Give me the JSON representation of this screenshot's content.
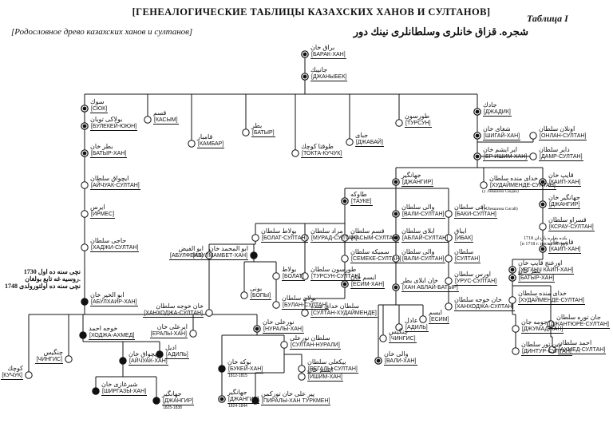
{
  "header": {
    "title": "[ГЕНЕАЛОГИЧЕСКИЕ ТАБЛИЦЫ КАЗАХСКИХ ХАНОВ И СУЛТАНОВ]",
    "table_label": "Таблица I",
    "subtitle_russian": "[Родословное древо казахских ханов и султанов]",
    "subtitle_arabic": "شجره. قزاق خانلری وسلطانلری نینك دور"
  },
  "colors": {
    "ink": "#111111",
    "paper": "#ffffff"
  },
  "legend_marks": {
    "filled_node": "filled-circle-icon",
    "ringed_node": "ringed-circle-icon",
    "open_node": "open-circle-icon"
  },
  "notes": {
    "left_1730": "1730 نچی سنه ده اول\nروسیه غه تابع بولغان.\n1748 نچی سنه ده اولتورولدی",
    "right_1718": "1718 یلده بغلره یاردان\n[в 1718 г. писал Петру]",
    "levshin_1": "(у Левшина Сюдак)",
    "levshin_2": "(у Левшина Сигай)"
  },
  "nodes": [
    {
      "id": "barak",
      "ar": "براق خان",
      "ru": "[БАРАК-ХАН]",
      "mark": "ringed"
    },
    {
      "id": "janibek",
      "ar": "جانیبك",
      "ru": "[ДЖАНЫБЕК]",
      "mark": "ringed"
    },
    {
      "id": "suk",
      "ar": "سوك",
      "ru": "[СЮК]",
      "mark": "ringed"
    },
    {
      "id": "kasym",
      "ar": "قسم",
      "ru": "[КАСЫМ]",
      "mark": "open"
    },
    {
      "id": "kambar",
      "ar": "قامبار",
      "ru": "[КАМБАР]",
      "mark": "open"
    },
    {
      "id": "batyr1",
      "ar": "بطر",
      "ru": "[БАТЫР]",
      "mark": "open"
    },
    {
      "id": "tokta",
      "ar": "طوقتا كوچك",
      "ru": "[ТОКТА-КУЧУК]",
      "mark": "open"
    },
    {
      "id": "jabai",
      "ar": "جبای",
      "ru": "[ДЖАБАЙ]",
      "mark": "open"
    },
    {
      "id": "tursun",
      "ar": "طورسون",
      "ru": "[ТУРСУН]",
      "mark": "open"
    },
    {
      "id": "jadik",
      "ar": "جادك",
      "ru": "[ДЖАДИК]",
      "mark": "ringed"
    },
    {
      "id": "bulekei",
      "ar": "بولاكی توبان",
      "ru": "[БУЛЕКЕЙ-ЮЮН]",
      "mark": "ringed"
    },
    {
      "id": "batyrhan",
      "ar": "بطر خان",
      "ru": "[БАТЫР-ХАН]",
      "mark": "ringed"
    },
    {
      "id": "aichuak",
      "ar": "ایچواق سلطان",
      "ru": "[АЙЧУАК-СУЛТАН]",
      "mark": "open"
    },
    {
      "id": "irmes",
      "ar": "ایرس",
      "ru": "[ИРМЕС]",
      "mark": "open"
    },
    {
      "id": "hadji",
      "ar": "حاجی سلطان",
      "ru": "[ХАДЖИ-СУЛТАН]",
      "mark": "open"
    },
    {
      "id": "abulkhair",
      "ar": "ابو الخیر خان",
      "ru": "[АБУЛХАИР-ХАН]",
      "mark": "filled"
    },
    {
      "id": "shigai",
      "ar": "شغای خان",
      "ru": "[ШИГАЙ-ХАН]",
      "mark": "ringed"
    },
    {
      "id": "onlan",
      "ar": "اونلان سلطان",
      "ru": "[ОНЛАН-СУЛТАН]",
      "mark": "open"
    },
    {
      "id": "erishim",
      "ar": "ایر ایشم خان",
      "ru": "[ЕР ИШИМ-ХАН]",
      "mark": "ringed"
    },
    {
      "id": "damir",
      "ar": "دایر سلطان",
      "ru": "[ДАМР-СУЛТАН]",
      "mark": "open"
    },
    {
      "id": "jangir1",
      "ar": "جهانگیر",
      "ru": "[ДЖАНГИР]",
      "mark": "ringed"
    },
    {
      "id": "hudaimende1",
      "ar": "خدای منده سلطان",
      "ru": "[ХУДАЙМЕНДЕ-СУЛТАН]",
      "mark": "open"
    },
    {
      "id": "kaip1",
      "ar": "قایپ خان",
      "ru": "[КАИП-ХАН]",
      "mark": "ringed"
    },
    {
      "id": "jangir2",
      "ar": "جهانگیر خان",
      "ru": "[ДЖАНГИР]",
      "mark": "ringed"
    },
    {
      "id": "tauke",
      "ar": "طاوكه",
      "ru": "[ТАУКЕ]",
      "mark": "ringed"
    },
    {
      "id": "vali1",
      "ar": "والی سلطان",
      "ru": "[ВАЛИ-СУЛТАН]",
      "mark": "ringed"
    },
    {
      "id": "baki",
      "ar": "باقی سلطان",
      "ru": "[БАКИ-СУЛТАН]",
      "mark": "open"
    },
    {
      "id": "ksrau",
      "ar": "قسراو سلطان",
      "ru": "[КСРАУ-СУЛТАН]",
      "mark": "open"
    },
    {
      "id": "kaip2",
      "ar": "قایپ خان",
      "ru": "[КАИП-ХАН]",
      "mark": "ringed"
    },
    {
      "id": "bolat1",
      "ar": "بولاط سلطان",
      "ru": "[БОЛАТ-СУЛТАН]",
      "mark": "open"
    },
    {
      "id": "abulmambet",
      "ar": "ابو المحمد خان",
      "ru": "[АБУЛМАМБЕТ-ХАН]",
      "mark": "filled"
    },
    {
      "id": "abulfeiz",
      "ar": "ابو الفیض",
      "ru": "[АБУЛФЕИЗ]",
      "mark": "open"
    },
    {
      "id": "murad",
      "ar": "مراد سلطان",
      "ru": "[МУРАД-СУЛТАН]",
      "mark": "open"
    },
    {
      "id": "kasym2",
      "ar": "قسم سلطان",
      "ru": "[КАСЫМ-СУЛТАН]",
      "mark": "open"
    },
    {
      "id": "ablai",
      "ar": "ابلای سلطان",
      "ru": "[АБЛАЙ-СУЛТАН]",
      "mark": "ringed"
    },
    {
      "id": "ibak",
      "ar": "ایباق",
      "ru": "[ИБАК]",
      "mark": "open"
    },
    {
      "id": "semeke",
      "ar": "سمیكه سلطان",
      "ru": "[СЕМЕКЕ-СУЛТАН]",
      "mark": "open"
    },
    {
      "id": "bolat2",
      "ar": "بولاط",
      "ru": "[БОЛАТ]",
      "mark": "open"
    },
    {
      "id": "tursun2",
      "ar": "طورسون سلطان",
      "ru": "[ТУРСУН-СУЛТАН]",
      "mark": "open"
    },
    {
      "id": "vali2",
      "ar": "والی سلطان",
      "ru": "[ВАЛИ-СУЛТАН]",
      "mark": "open"
    },
    {
      "id": "sultan",
      "ar": "سلطان",
      "ru": "[СУЛТАН]",
      "mark": "open"
    },
    {
      "id": "urganch",
      "ar": "اورغنچ قایپ خان",
      "ru": "[УРГАНЧ КАИП-ХАН]",
      "mark": "ringed"
    },
    {
      "id": "batyrhan2",
      "ar": "بطر خان",
      "ru": "[БАТЫР-ХАН]",
      "mark": "ringed"
    },
    {
      "id": "esim",
      "ar": "ایسم خان",
      "ru": "[ЕСИМ-ХАН]",
      "mark": "ringed"
    },
    {
      "id": "urus",
      "ar": "اورس سلطان",
      "ru": "[УРУС-СУЛТАН]",
      "mark": "open"
    },
    {
      "id": "boni",
      "ar": "بونی",
      "ru": "[БОПЫ]",
      "mark": "open"
    },
    {
      "id": "ablaikhan",
      "ar": "خان ابلای بطر",
      "ru": "[ХАН АБЛАЙ-БАТЫР]",
      "mark": "ringed"
    },
    {
      "id": "hanhodja1",
      "ar": "خان خوجه سلطان",
      "ru": "[ХАНХОДЖА-СУЛТАН]",
      "mark": "open"
    },
    {
      "id": "bulan",
      "ar": "بولان سلطان",
      "ru": "[БУЛАН-СУЛТАН]",
      "mark": "open"
    },
    {
      "id": "sultanhud",
      "ar": "سلطان خدای منده",
      "ru": "[СУЛТАН-ХУДАЙМЕНДЕ]",
      "mark": "open"
    },
    {
      "id": "hudaimende2",
      "ar": "خدای منده سلطان",
      "ru": "[ХУДАЙМЕНДЕ-СУЛТАН]",
      "mark": "open"
    },
    {
      "id": "hanhodja2",
      "ar": "خان خوجه سلطان",
      "ru": "[ХАНХОДЖА-СУЛТАН]",
      "mark": "open"
    },
    {
      "id": "adil",
      "ar": "عادل",
      "ru": "[АДИЛЬ]",
      "mark": "open"
    },
    {
      "id": "esim2",
      "ar": "ایسم",
      "ru": "[ЕСИМ]",
      "mark": "open"
    },
    {
      "id": "chingis",
      "ar": "چنگیس",
      "ru": "[ЧИНГИС]",
      "mark": "open"
    },
    {
      "id": "jantore",
      "ar": "جان توره سلطان",
      "ru": "[ДЖАНТЮРЕ-СУЛТАН]",
      "mark": "open"
    },
    {
      "id": "jumadjan",
      "ar": "جومه جان",
      "ru": "[ДЖУМАДЖАН]",
      "mark": "open"
    },
    {
      "id": "khodjaahmed",
      "ar": "خوجه احمد",
      "ru": "[ХОДЖА-АХМЕД]",
      "mark": "filled"
    },
    {
      "id": "eraly",
      "ar": "ایرعلی خان",
      "ru": "[ЕРАЛЫ-ХАН]",
      "mark": "open"
    },
    {
      "id": "nuraly",
      "ar": "نورعلی خان",
      "ru": "[НУРАЛЫ-ХАН]",
      "mark": "ringed"
    },
    {
      "id": "sultannur",
      "ar": "سلطان نورعلی",
      "ru": "[СУЛТАН-НУРАЛИ]",
      "mark": "open"
    },
    {
      "id": "vali3",
      "ar": "والی خان",
      "ru": "[ВАЛИ-ХАН]",
      "mark": "ringed"
    },
    {
      "id": "chingis2",
      "ar": "چنگیس",
      "ru": "[ЧИНГИС]",
      "mark": "open"
    },
    {
      "id": "kuchuk",
      "ar": "كوچك",
      "ru": "[КУЧУК]",
      "mark": "open"
    },
    {
      "id": "aichuakhan",
      "ar": "ایچواق خان",
      "ru": "[АЙЧУАК-ХАН]",
      "mark": "filled"
    },
    {
      "id": "adil2",
      "ar": "ادیل",
      "ru": "[АДИЛЬ]",
      "mark": "filled"
    },
    {
      "id": "bukei",
      "ar": "بوكه خان",
      "ru": "[БУКЕЙ-ХАН]",
      "mark": "filled"
    },
    {
      "id": "begaly",
      "ar": "بیكعلی سلطان",
      "ru": "[БЕГАЛЫ-СУЛТАН]",
      "mark": "open"
    },
    {
      "id": "ishim",
      "ar": "ایشم خان",
      "ru": "[ИШИМ-ХАН]",
      "mark": "open"
    },
    {
      "id": "ahmed",
      "ar": "احمد سلطان",
      "ru": "[АХМЕД-СУЛТАН]",
      "mark": "open"
    },
    {
      "id": "dintur",
      "ar": "دین تور سلطان",
      "ru": "[ДИНТУР-СУЛТАН]",
      "mark": "open"
    },
    {
      "id": "shirgazy",
      "ar": "شیرغازی خان",
      "ru": "[ШИРГАЗЫ-ХАН]",
      "mark": "filled"
    },
    {
      "id": "jangir3",
      "ar": "جهانگیر",
      "ru": "[ДЖАНГИР]",
      "mark": "filled"
    },
    {
      "id": "jangir4",
      "ar": "جهانگیر",
      "ru": "[ДЖАНГИР]",
      "mark": "ringed"
    },
    {
      "id": "piraly",
      "ar": "پیر علی خان تورکمن",
      "ru": "[ПИРАЛЫ-ХАН ТУРКМЕН]",
      "mark": "filled"
    }
  ],
  "dates": {
    "jangir3": "1825-1838",
    "jangir4": "1824-1844",
    "bukei": "1812-1815"
  }
}
